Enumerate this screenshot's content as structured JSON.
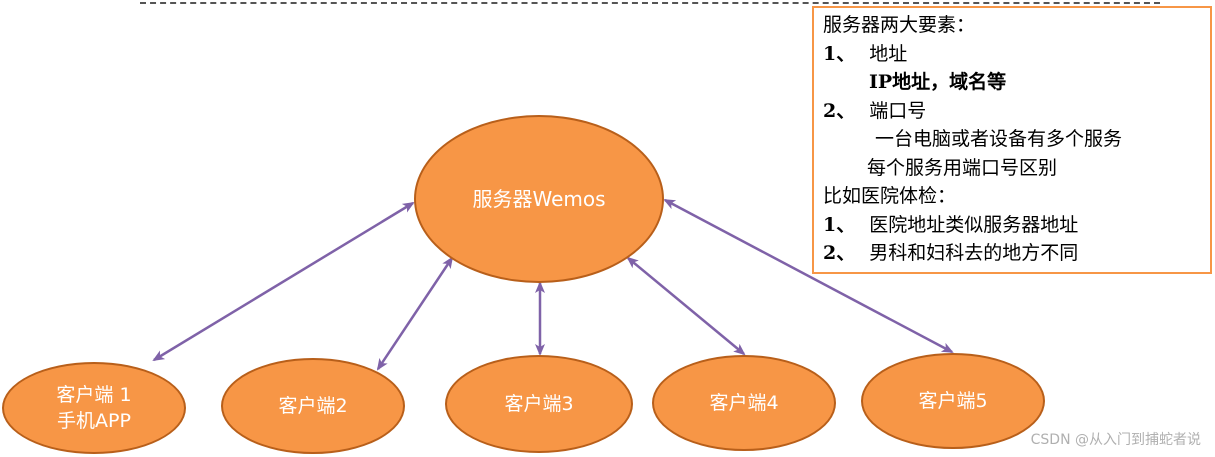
{
  "server": {
    "label": "服务器Wemos"
  },
  "clients": [
    {
      "line1": "客户端 1",
      "line2": "手机APP"
    },
    {
      "line1": "客户端2",
      "line2": ""
    },
    {
      "line1": "客户端3",
      "line2": ""
    },
    {
      "line1": "客户端4",
      "line2": ""
    },
    {
      "line1": "客户端5",
      "line2": ""
    }
  ],
  "note": {
    "heading1": "服务器两大要素：",
    "item1_num": "1、",
    "item1_text": "地址",
    "item1_detail": "IP地址，域名等",
    "item2_num": "2、",
    "item2_text": "端口号",
    "item2_detail1": "一台电脑或者设备有多个服务",
    "item2_detail2": "每个服务用端口号区别",
    "heading2": "比如医院体检：",
    "item3_num": "1、",
    "item3_text": "医院地址类似服务器地址",
    "item4_num": "2、",
    "item4_text": "男科和妇科去的地方不同"
  },
  "watermark": "CSDN @从入门到捕蛇者说",
  "colors": {
    "node_fill": "#f79646",
    "node_border": "#b85f1a",
    "arrow": "#7f62a8",
    "note_border": "#f79646",
    "watermark": "#b0b0b0"
  }
}
